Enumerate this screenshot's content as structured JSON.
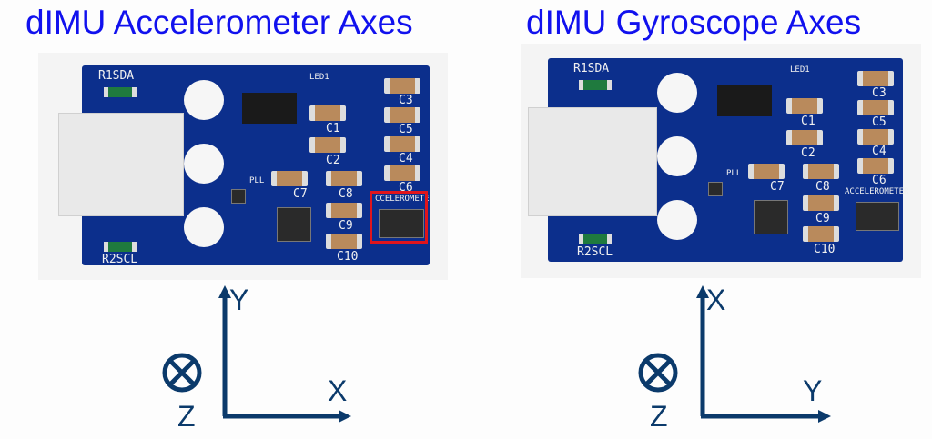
{
  "left_panel": {
    "title": "dIMU Accelerometer Axes",
    "silk": {
      "r1": "R1SDA",
      "r2": "R2SCL",
      "led": "LED1",
      "c1": "C1",
      "c2": "C2",
      "c3": "C3",
      "c4": "C4",
      "c5": "C5",
      "c6": "C6",
      "c7": "C7",
      "c8": "C8",
      "c9": "C9",
      "c10": "C10",
      "pll": "PLL",
      "chip": "CCELEROMETE"
    },
    "axes": {
      "up": "Y",
      "right": "X",
      "into_page": "Z"
    },
    "highlight_color": "#e0151c"
  },
  "right_panel": {
    "title": "dIMU Gyroscope Axes",
    "silk": {
      "r1": "R1SDA",
      "r2": "R2SCL",
      "led": "LED1",
      "c1": "C1",
      "c2": "C2",
      "c3": "C3",
      "c4": "C4",
      "c5": "C5",
      "c6": "C6",
      "c7": "C7",
      "c8": "C8",
      "c9": "C9",
      "c10": "C10",
      "pll": "PLL",
      "chip": "ACCELEROMETER"
    },
    "axes": {
      "up": "X",
      "right": "Y",
      "into_page": "Z"
    }
  }
}
